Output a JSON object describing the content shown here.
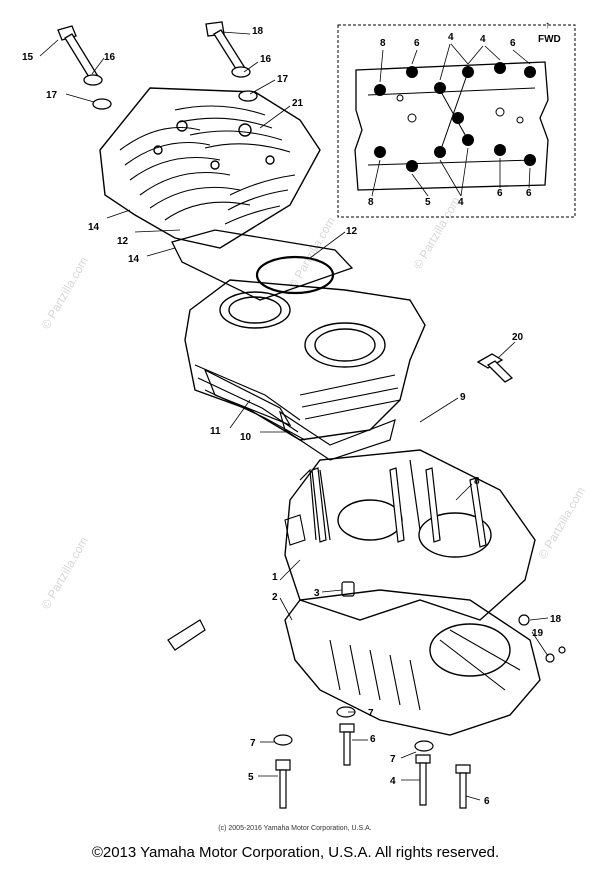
{
  "diagram": {
    "inset": {
      "fwd_label": "FWD",
      "fwd_arrow": "↑",
      "top_labels": [
        "8",
        "6",
        "4",
        "4",
        "6"
      ],
      "bottom_labels": [
        "8",
        "5",
        "4",
        "6",
        "6"
      ]
    },
    "callouts": {
      "c1": "1",
      "c2": "2",
      "c3": "3",
      "c4a": "4",
      "c4b": "4",
      "c5": "5",
      "c6a": "6",
      "c6b": "6",
      "c7a": "7",
      "c7b": "7",
      "c7c": "7",
      "c8": "8",
      "c9": "9",
      "c10": "10",
      "c11": "11",
      "c12a": "12",
      "c12b": "12",
      "c14a": "14",
      "c14b": "14",
      "c15": "15",
      "c16a": "16",
      "c16b": "16",
      "c17a": "17",
      "c17b": "17",
      "c18a": "18",
      "c18b": "18",
      "c19": "19",
      "c20": "20",
      "c21": "21"
    },
    "watermark": "© Partzilla.com",
    "fine_print": "(c) 2005-2016 Yamaha Motor Corporation, U.S.A."
  },
  "footer": {
    "copyright": "©2013 Yamaha Motor Corporation, U.S.A. All rights reserved."
  }
}
